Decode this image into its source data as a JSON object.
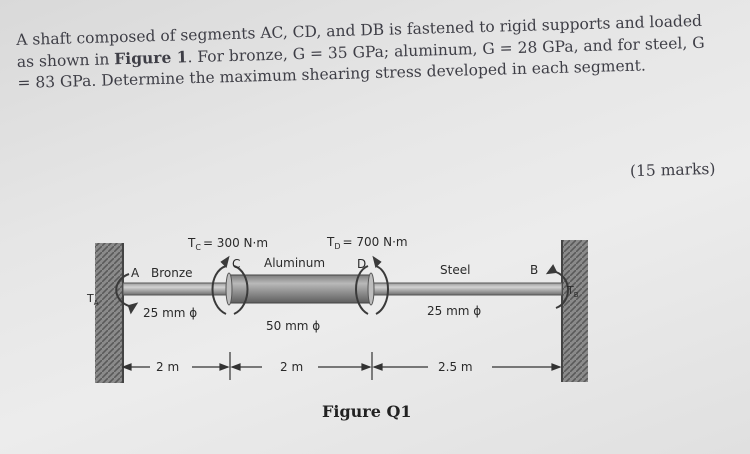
{
  "problem": {
    "text_before": "A shaft composed of segments AC, CD, and DB is fastened to rigid supports and loaded as shown in ",
    "figure_ref": "Figure 1",
    "text_after": ". For bronze, G = 35 GPa; aluminum, G = 28 GPa, and for steel, G = 83 GPa. Determine the maximum shearing stress developed in each segment."
  },
  "marks": "(15 marks)",
  "figure": {
    "caption": "Figure Q1",
    "torque_c": "T",
    "torque_c_sub": "C",
    "torque_c_value": "= 300 N·m",
    "torque_d": "T",
    "torque_d_sub": "D",
    "torque_d_value": "= 700 N·m",
    "point_a": "A",
    "point_c": "C",
    "point_d": "D",
    "point_b": "B",
    "bronze_label": "Bronze",
    "aluminum_label": "Aluminum",
    "steel_label": "Steel",
    "reaction_a": "T",
    "reaction_a_sub": "A",
    "reaction_b": "T",
    "reaction_b_sub": "B",
    "bronze_diameter": "25 mm ɸ",
    "aluminum_diameter": "50 mm ɸ",
    "steel_diameter": "25 mm ɸ",
    "len_ac": "2 m",
    "len_cd": "2 m",
    "len_db": "2.5 m"
  }
}
